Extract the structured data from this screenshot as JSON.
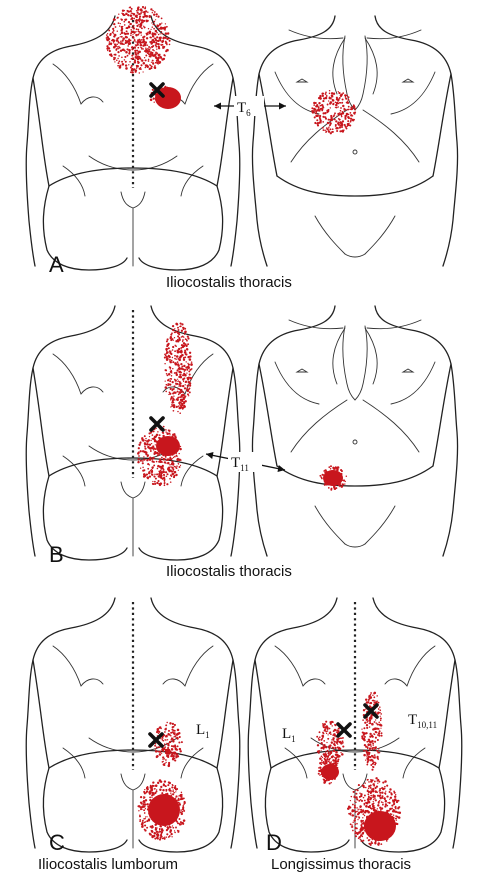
{
  "panels": [
    {
      "letter": "A",
      "caption": "Iliocostalis  thoracis",
      "segment_main": "T",
      "segment_sub": "6"
    },
    {
      "letter": "B",
      "caption": "Iliocostalis  thoracis",
      "segment_main": "T",
      "segment_sub": "11"
    },
    {
      "letter": "C",
      "caption": "Iliocostalis  lumborum",
      "segment_main": "L",
      "segment_sub": "1"
    },
    {
      "letter": "D",
      "caption": "Longissimus  thoracis",
      "segment_main_l": "L",
      "segment_sub_l": "1",
      "segment_main_r": "T",
      "segment_sub_r": "10,11"
    }
  ],
  "colors": {
    "referral": "#c8161d",
    "outline": "#222222",
    "background": "#ffffff"
  },
  "icons": {
    "trigger_point": "x-mark-icon",
    "arrow": "double-arrow-icon"
  }
}
